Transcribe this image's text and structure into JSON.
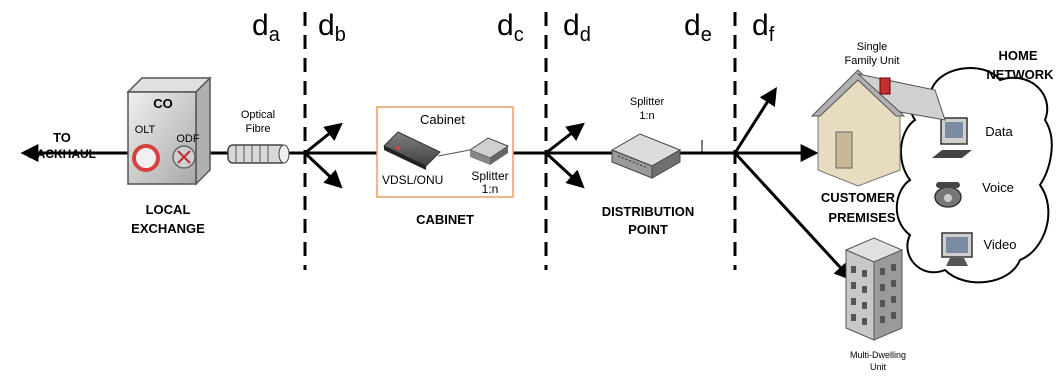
{
  "boundaries": [
    {
      "main": "d",
      "sub": "a"
    },
    {
      "main": "d",
      "sub": "b"
    },
    {
      "main": "d",
      "sub": "c"
    },
    {
      "main": "d",
      "sub": "d"
    },
    {
      "main": "d",
      "sub": "e"
    },
    {
      "main": "d",
      "sub": "f"
    }
  ],
  "backhaul": {
    "line1": "TO",
    "line2": "BACKHAUL"
  },
  "exchange": {
    "co": "CO",
    "olt": "OLT",
    "odf": "ODF",
    "line1": "LOCAL",
    "line2": "EXCHANGE"
  },
  "fibre": {
    "line1": "Optical",
    "line2": "Fibre"
  },
  "cabinet": {
    "box_title": "Cabinet",
    "vdsl": "VDSL/ONU",
    "splitter1": "Splitter",
    "splitter2": "1:n",
    "label": "CABINET"
  },
  "distribution": {
    "splitter1": "Splitter",
    "splitter2": "1:n",
    "line1": "DISTRIBUTION",
    "line2": "POINT"
  },
  "customer": {
    "line1": "CUSTOMER",
    "line2": "PREMISES"
  },
  "sfu": {
    "line1": "Single",
    "line2": "Family Unit"
  },
  "mdu": {
    "line1": "Multi-Dwelling",
    "line2": "Unit"
  },
  "home": {
    "line1": "HOME",
    "line2": "NETWORK",
    "data": "Data",
    "voice": "Voice",
    "video": "Video"
  },
  "colors": {
    "cabinet_border": "#e8a060",
    "house_roof": "#b0b0b0",
    "house_wall": "#e8dcc0",
    "olt_ring": "#d84040"
  }
}
